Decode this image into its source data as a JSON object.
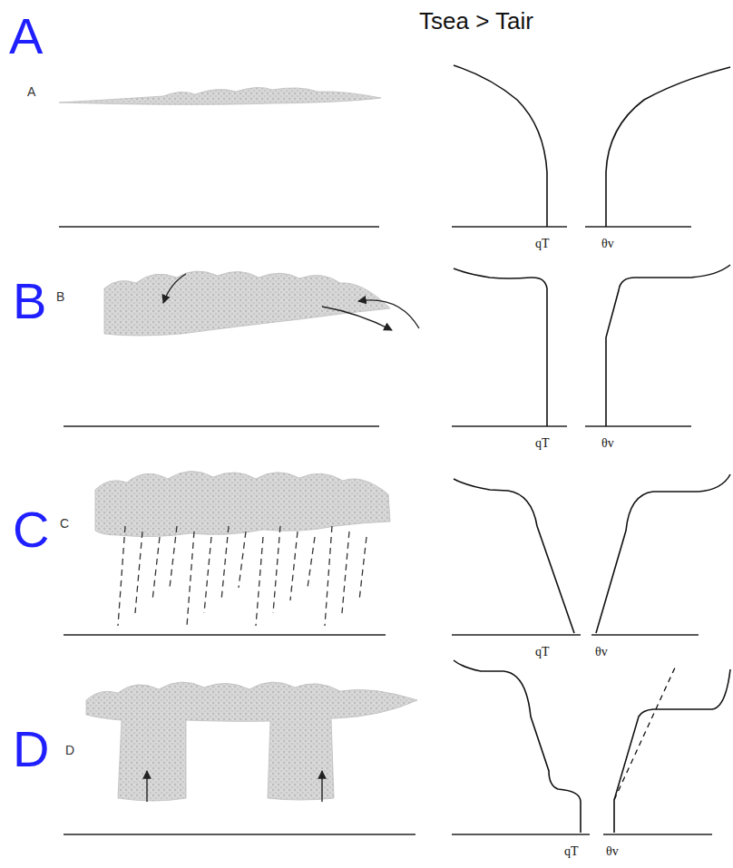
{
  "diagram": {
    "title": "Tsea > Tair",
    "labels": [
      "A",
      "A",
      "qT",
      "θv",
      "B",
      "B",
      "qT",
      "θv",
      "C",
      "C",
      "qT",
      "θv",
      "D",
      "D",
      "qT",
      "θv"
    ]
  }
}
